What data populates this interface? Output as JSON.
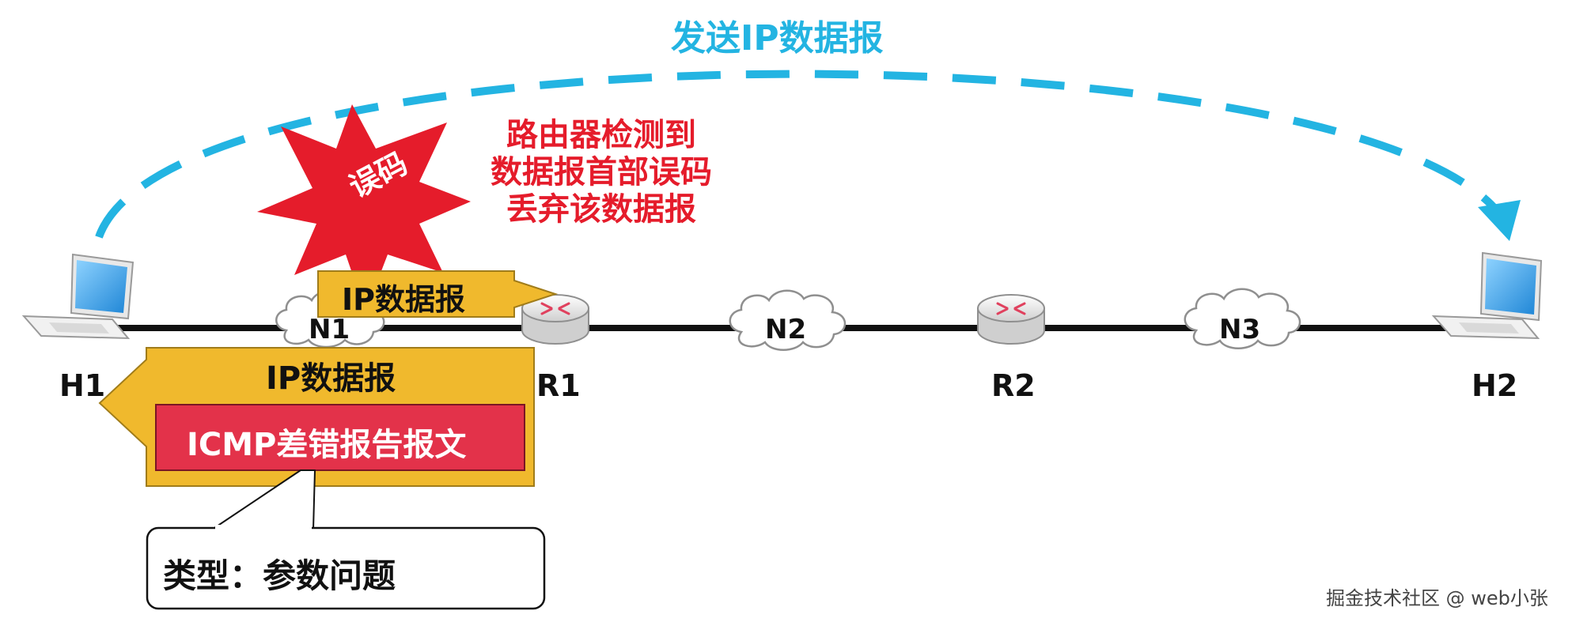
{
  "diagram": {
    "send_arc_label": "发送IP数据报",
    "error_burst_label": "误码",
    "router_notice": {
      "line1": "路由器检测到",
      "line2": "数据报首部误码",
      "line3": "丢弃该数据报"
    },
    "forward_datagram_label": "IP数据报",
    "return_datagram_label": "IP数据报",
    "icmp_message_label": "ICMP差错报告报文",
    "callout_label": "类型：参数问题",
    "nodes": {
      "host1": "H1",
      "host2": "H2",
      "router1": "R1",
      "router2": "R2",
      "network1": "N1",
      "network2": "N2",
      "network3": "N3"
    },
    "watermark": "掘金技术社区 @ web小张"
  },
  "colors": {
    "arc": "#23b4e2",
    "alert_red": "#e51c2b",
    "datagram_gold": "#f0b92d",
    "icmp_red": "#e3324a",
    "cable": "#111111",
    "laptop_screen": "#3aa6e6"
  }
}
